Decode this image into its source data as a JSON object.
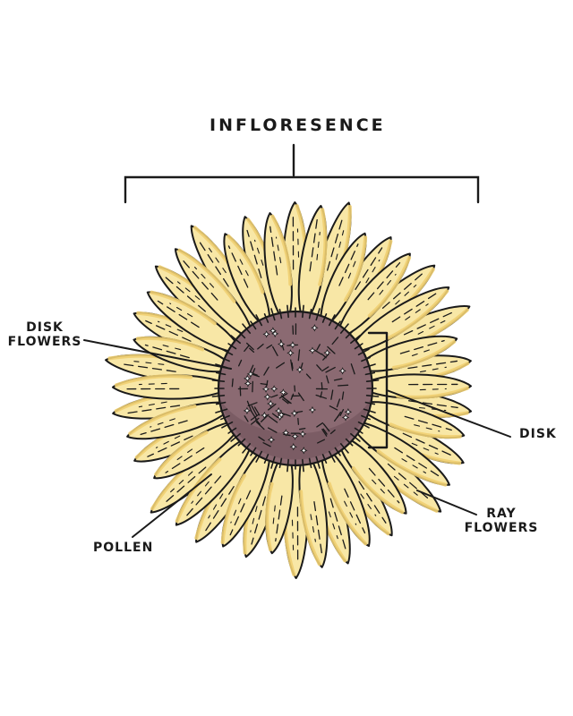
{
  "title": "INFLORESENCE",
  "labels": {
    "disk_flowers_line1": "DISK",
    "disk_flowers_line2": "FLOWERS",
    "disk": "DISK",
    "ray_flowers_line1": "RAY",
    "ray_flowers_line2": "FLOWERS",
    "pollen": "POLLEN"
  },
  "colors": {
    "petal_fill": "#f8e7a6",
    "petal_shade": "#f0cf72",
    "disk_fill": "#8b6a72",
    "disk_shade": "#6f5059",
    "outline": "#1a1a1a"
  }
}
